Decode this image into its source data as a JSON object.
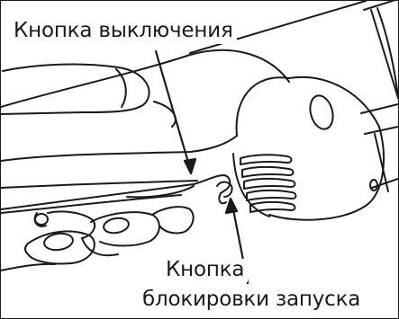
{
  "labels": {
    "power_off_button": "Кнопка выключения",
    "start_lock_line1": "Кнопка",
    "start_lock_line2": "блокировки запуска"
  },
  "colors": {
    "ink": "#1a1a1a",
    "background": "#ffffff"
  }
}
